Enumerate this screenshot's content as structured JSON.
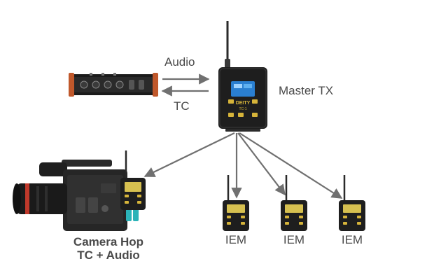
{
  "labels": {
    "audio": "Audio",
    "tc": "TC",
    "master_tx": "Master TX",
    "camera_hop_line1": "Camera Hop",
    "camera_hop_line2": "TC + Audio",
    "iem_1": "IEM",
    "iem_2": "IEM",
    "iem_3": "IEM"
  },
  "device_text": {
    "brand": "DEITY",
    "model": "TC-1"
  },
  "colors": {
    "arrow": "#707070",
    "label": "#4a4a4a",
    "device_body": "#1e1e1e",
    "screen": "#2a7fd1",
    "button_accent": "#d6b43a",
    "lens_red": "#c0392b",
    "battery_teal": "#2bb3b8"
  }
}
